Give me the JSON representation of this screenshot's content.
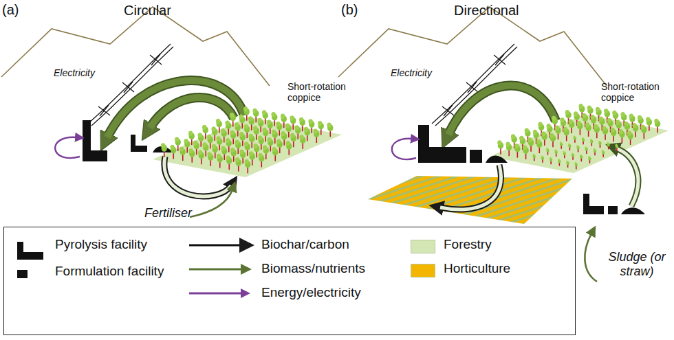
{
  "diagram": {
    "labels": [
      "(a)",
      "Circular",
      "(b)",
      "Directional",
      "Electricity",
      "Short-rotation coppice",
      "Fertiliser",
      "Electricity",
      "Short-rotation coppice",
      "Sludge (or straw)"
    ],
    "legend": [
      {
        "text": "Pyrolysis facility"
      },
      {
        "text": "Formulation facility"
      },
      {
        "text": "Biochar/carbon"
      },
      {
        "text": "Biomass/nutrients"
      },
      {
        "text": "Energy/electricity"
      },
      {
        "text": "Forestry",
        "color": "#d5e6b5"
      },
      {
        "text": "Horticulture",
        "color": "#f2b600"
      }
    ]
  }
}
